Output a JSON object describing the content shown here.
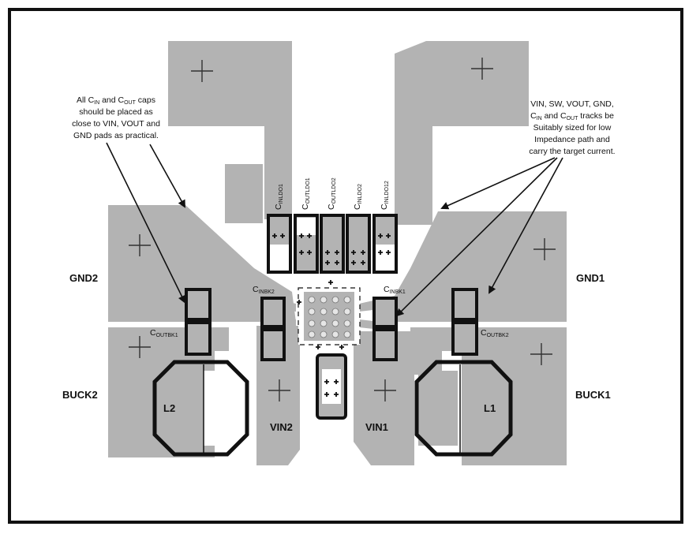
{
  "labels": {
    "gnd2": "GND2",
    "gnd1": "GND1",
    "buck2": "BUCK2",
    "buck1": "BUCK1",
    "vin2": "VIN2",
    "vin1": "VIN1",
    "l2": "L2",
    "l1": "L1"
  },
  "caps": {
    "cinldo1": {
      "main": "C",
      "sub": "INLDO1"
    },
    "coutldo1": {
      "main": "C",
      "sub": "OUTLDO1"
    },
    "coutldo2": {
      "main": "C",
      "sub": "OUTLDO2"
    },
    "cinldo2": {
      "main": "C",
      "sub": "INLDO2"
    },
    "cinldo12": {
      "main": "C",
      "sub": "INLDO12"
    },
    "cinbk2": {
      "main": "C",
      "sub": "INBK2"
    },
    "cinbk1": {
      "main": "C",
      "sub": "INBK1"
    },
    "coutbk1": {
      "main": "C",
      "sub": "OUTBK1"
    },
    "coutbk2": {
      "main": "C",
      "sub": "OUTBK2"
    }
  },
  "notes": {
    "left": {
      "line1_a": "All C",
      "line1_sub1": "IN",
      "line1_b": " and C",
      "line1_sub2": "OUT",
      "line1_c": " caps",
      "line2": "should be placed as",
      "line3": "close to VIN, VOUT and",
      "line4": "GND pads as practical."
    },
    "right": {
      "line1": "VIN, SW, VOUT, GND,",
      "line2_a": "C",
      "line2_sub1": "IN",
      "line2_b": " and C",
      "line2_sub2": "OUT",
      "line2_c": " tracks be",
      "line3": "Suitably sized for low",
      "line4": "Impedance path and",
      "line5": "carry the target current."
    }
  }
}
